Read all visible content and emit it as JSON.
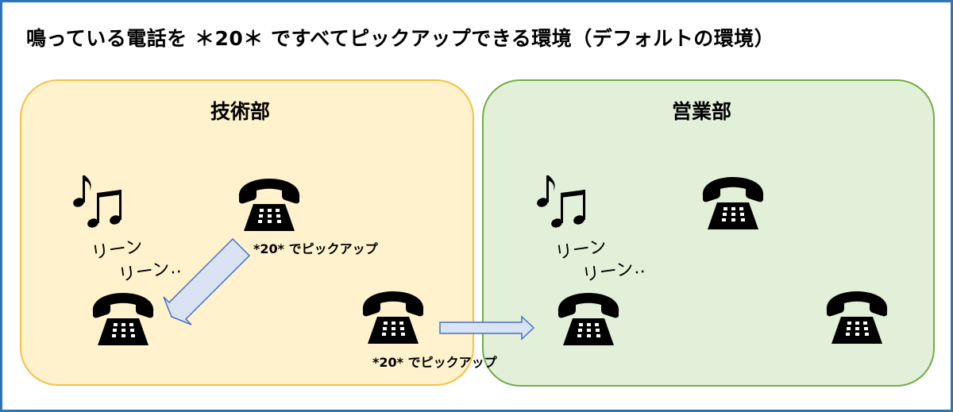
{
  "title": "鳴っている電話を ＊20＊ ですべてピックアップできる環境（デフォルトの環境）",
  "departments": [
    {
      "name": "技術部",
      "color_fill": "#fff2cc",
      "color_border": "#f5c242"
    },
    {
      "name": "営業部",
      "color_fill": "#e2f0d9",
      "color_border": "#70ad47"
    }
  ],
  "ringing": {
    "line1": "リーン",
    "line2": "リーン‥",
    "icon": "music-note-icon"
  },
  "pickup_label": "*20* でピックアップ",
  "colors": {
    "frame": "#2e75b6",
    "arrow_fill": "#dae3f3",
    "arrow_stroke": "#4472c4"
  }
}
